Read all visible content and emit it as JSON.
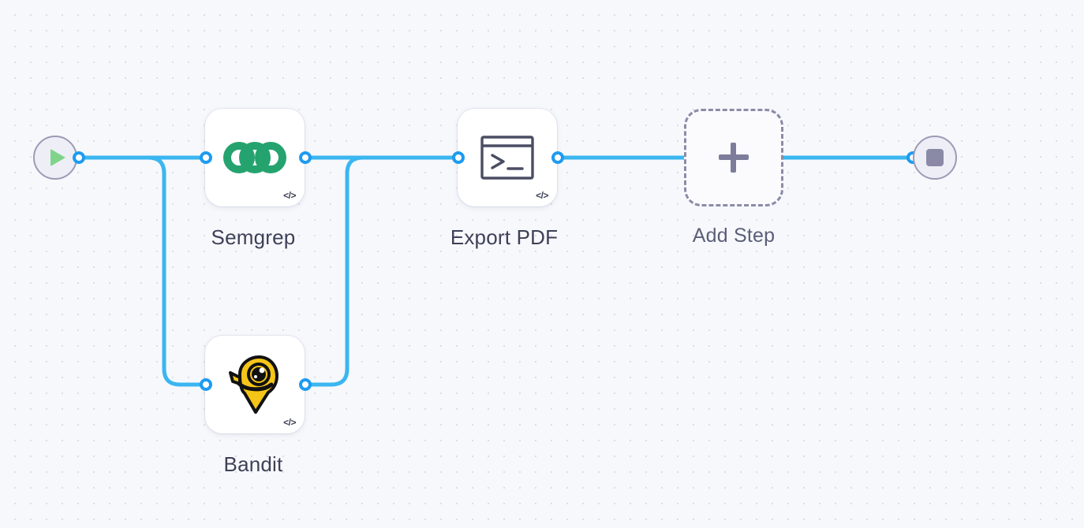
{
  "canvas": {
    "background_color": "#f7f8fc",
    "dot_color": "#dcdde8",
    "edge_color": "#3bb6f0",
    "port_ring_color": "#1d9bf0"
  },
  "start_node": {
    "name": "start",
    "icon": "play-icon",
    "icon_color": "#7ed48a",
    "circle_fill": "#eeeef7",
    "circle_border": "#9b9bb6"
  },
  "end_node": {
    "name": "end",
    "icon": "stop-icon",
    "icon_color": "#8a8aa6",
    "circle_fill": "#eeeef7",
    "circle_border": "#9b9bb6"
  },
  "steps": [
    {
      "id": "semgrep",
      "label": "Semgrep",
      "icon": "semgrep-logo-icon",
      "icon_color": "#25a36f",
      "badge": "</>"
    },
    {
      "id": "bandit",
      "label": "Bandit",
      "icon": "bandit-logo-icon",
      "icon_color": "#f5c518",
      "badge": "</>"
    },
    {
      "id": "export_pdf",
      "label": "Export PDF",
      "icon": "terminal-icon",
      "icon_color": "#4a4d63",
      "badge": "</>"
    }
  ],
  "add_step": {
    "label": "Add Step",
    "icon": "plus-icon",
    "border_color": "#8b8ba8"
  }
}
